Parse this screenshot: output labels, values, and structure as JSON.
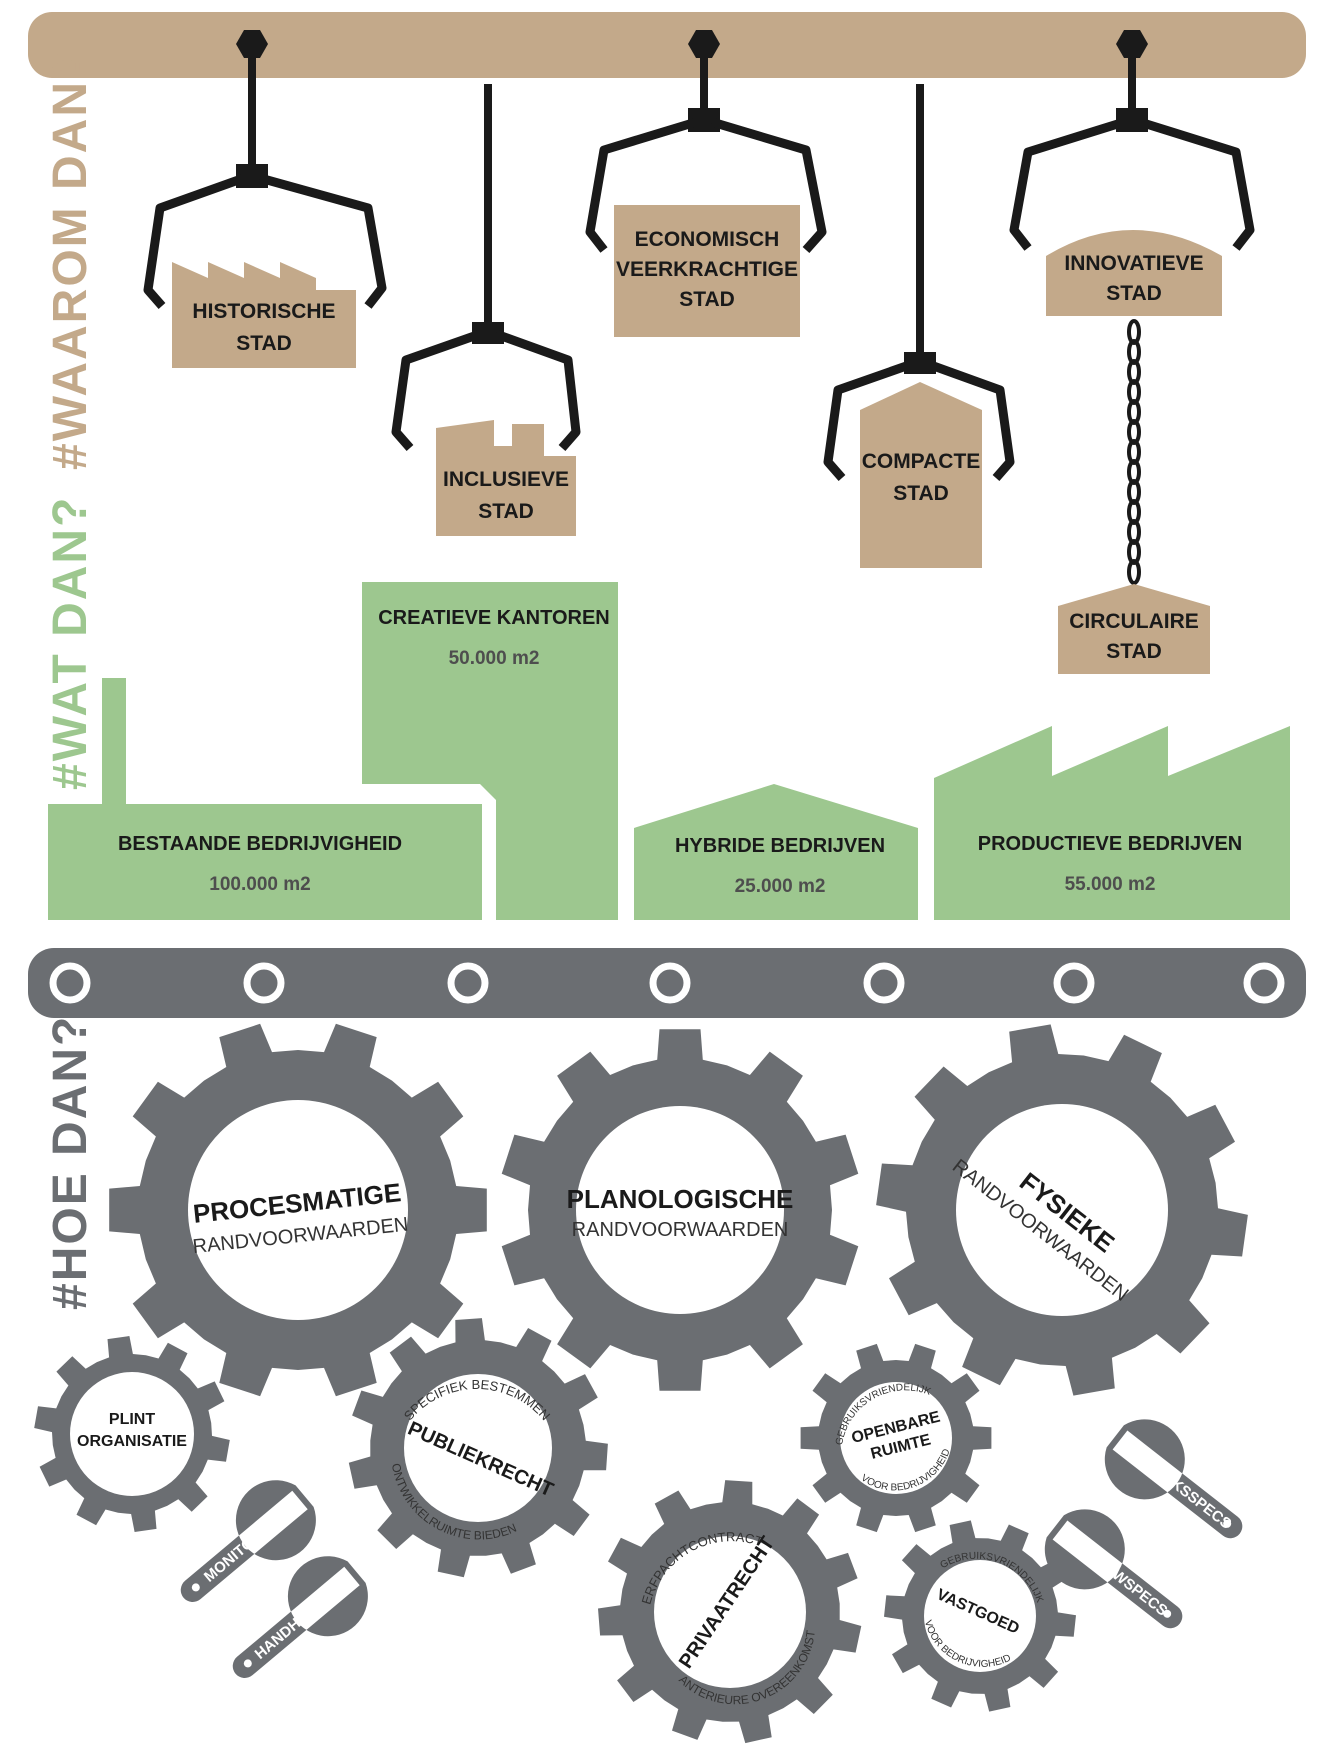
{
  "colors": {
    "tan": "#c3a98a",
    "green": "#9dc78f",
    "gray": "#6b6e72",
    "black": "#1a1a1a"
  },
  "side_labels": {
    "waarom": "#WAAROM DAN?",
    "wat": "#WAT DAN?",
    "hoe": "#HOE DAN?"
  },
  "cranes": {
    "historische": [
      "HISTORISCHE",
      "STAD"
    ],
    "inclusieve": [
      "INCLUSIEVE",
      "STAD"
    ],
    "economisch": [
      "ECONOMISCH",
      "VEERKRACHTIGE",
      "STAD"
    ],
    "compacte": [
      "COMPACTE",
      "STAD"
    ],
    "innovatieve": [
      "INNOVATIEVE",
      "STAD"
    ],
    "circulaire": [
      "CIRCULAIRE",
      "STAD"
    ]
  },
  "buildings": {
    "bestaande": {
      "label": "BESTAANDE BEDRIJVIGHEID",
      "value": "100.000 m2"
    },
    "creatieve": {
      "label": "CREATIEVE KANTOREN",
      "value": "50.000 m2"
    },
    "hybride": {
      "label": "HYBRIDE BEDRIJVEN",
      "value": "25.000 m2"
    },
    "productieve": {
      "label": "PRODUCTIEVE BEDRIJVEN",
      "value": "55.000 m2"
    }
  },
  "gears": {
    "procesmatige": {
      "title": "PROCESMATIGE",
      "sub": "RANDVOORWAARDEN"
    },
    "planologische": {
      "title": "PLANOLOGISCHE",
      "sub": "RANDVOORWAARDEN"
    },
    "fysieke": {
      "title": "FYSIEKE",
      "sub": "RANDVOORWAARDEN"
    },
    "plint": {
      "line1": "PLINT",
      "line2": "ORGANISATIE"
    },
    "publiekrecht": {
      "title": "PUBLIEKRECHT",
      "top": "SPECIFIEK BESTEMMEN",
      "bottom": "ONTWIKKELRUIMTE BIEDEN"
    },
    "privaatrecht": {
      "title": "PRIVAATRECHT",
      "top": "ERFPACHTCONTRACT",
      "bottom": "ANTERIEURE OVEREENKOMST"
    },
    "openbare": {
      "line1": "OPENBARE",
      "line2": "RUIMTE",
      "top": "GEBRUIKSVRIENDELIJK",
      "bottom": "VOOR BEDRIJVIGHEID"
    },
    "vastgoed": {
      "title": "VASTGOED",
      "top": "GEBRUIKSVRIENDELIJK",
      "bottom": "VOOR BEDRIJVIGHEID"
    }
  },
  "tools": {
    "monitoring": "MONITORING",
    "handhaving": "HANDHAVING",
    "gebouwspecs": "GEBOUWSPECS",
    "gebruiksspecs": "GEBRUIKSSPECS"
  }
}
